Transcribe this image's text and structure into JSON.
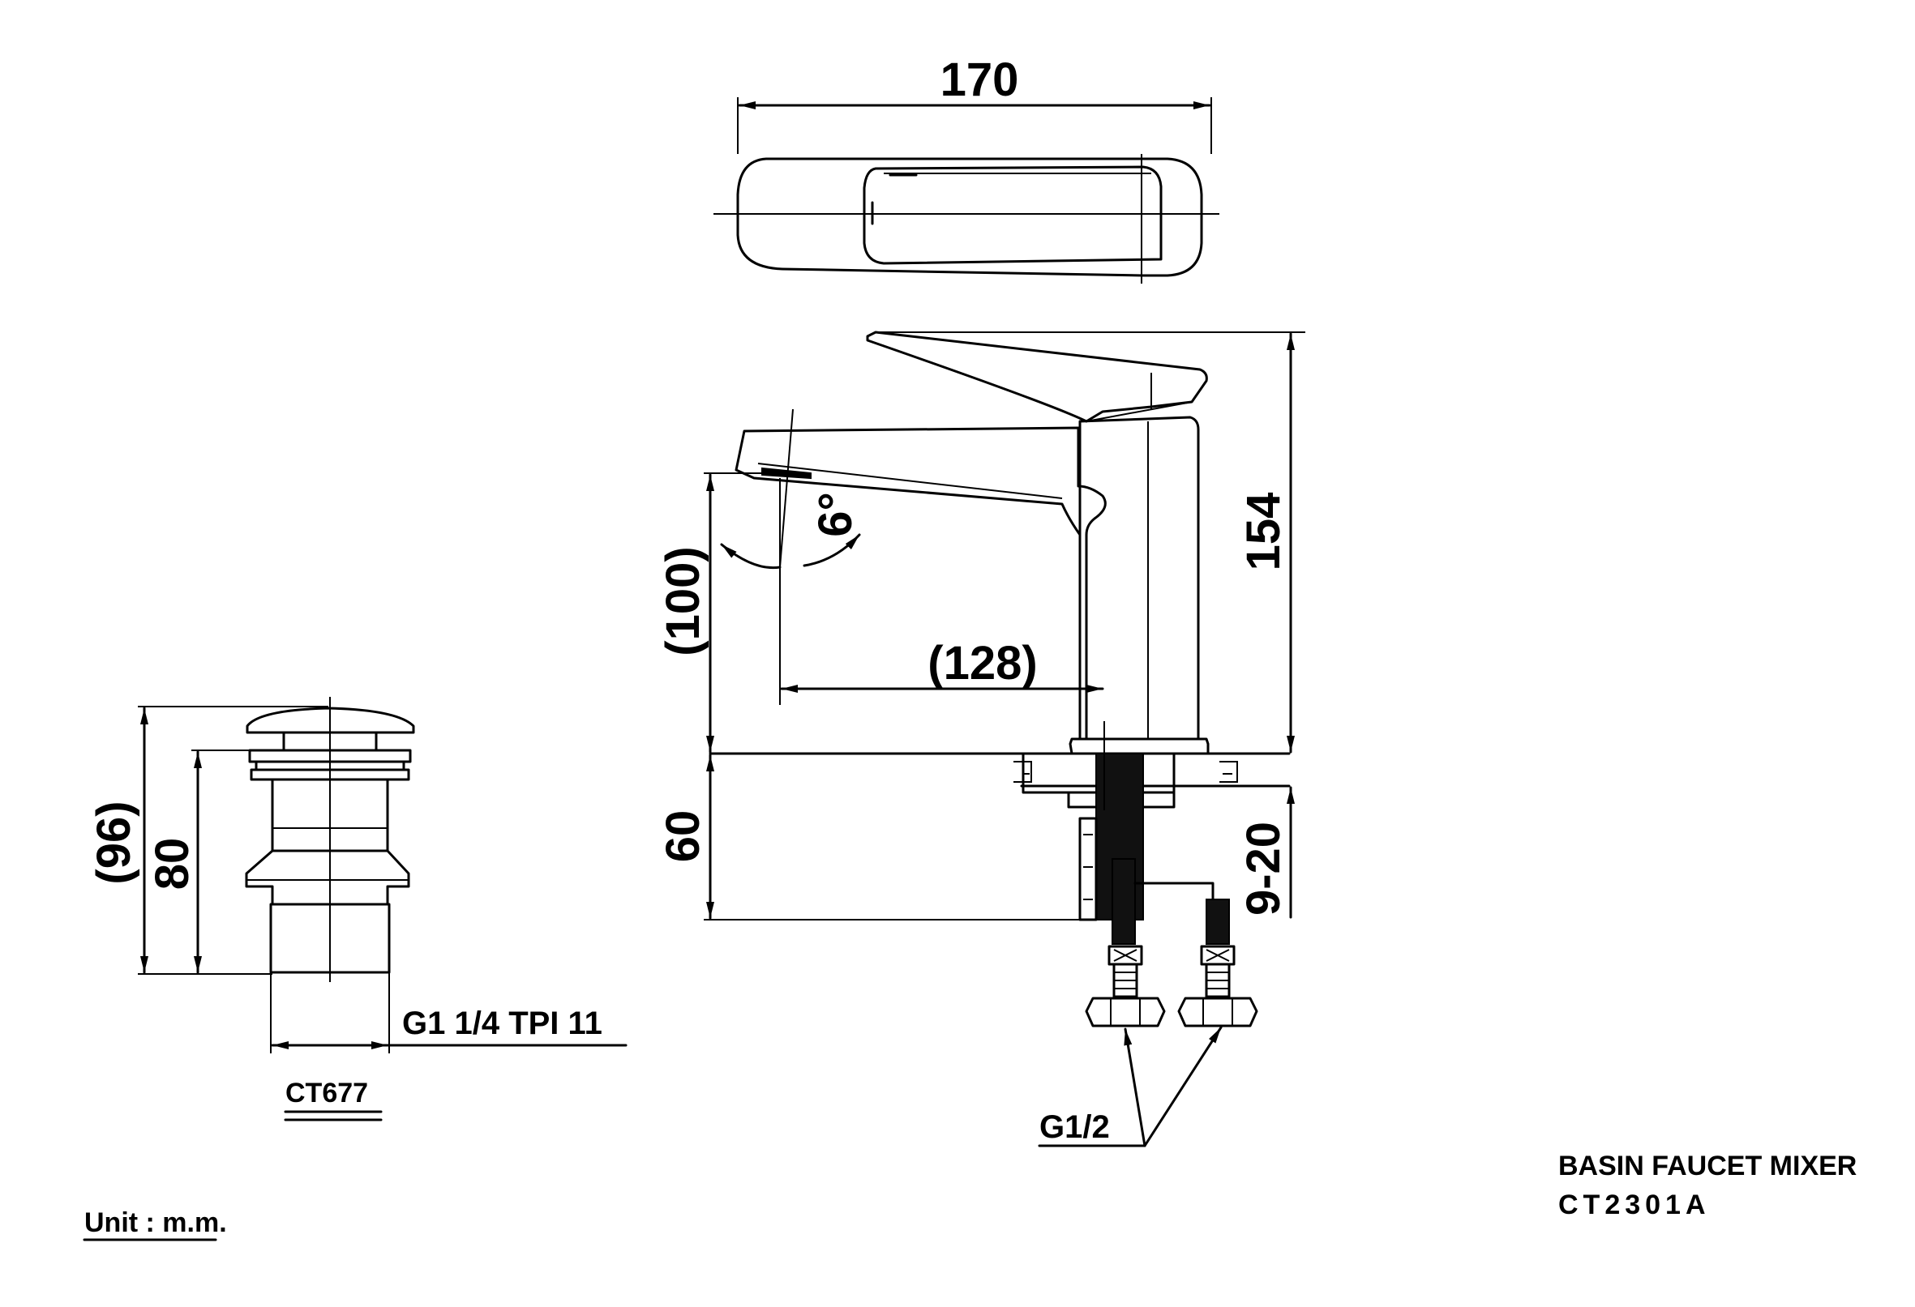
{
  "dimensions": {
    "overall_width": "170",
    "overall_height": "154",
    "spout_height": "(100)",
    "spout_reach": "(128)",
    "spout_angle": "6°",
    "shank_length": "60",
    "deck_thickness": "9-20",
    "inlet_thread": "G1/2",
    "waste_total_height": "(96)",
    "waste_body_height": "80",
    "waste_thread": "G1 1/4 TPI 11"
  },
  "waste_model": "CT677",
  "unit_note": "Unit : m.m.",
  "product": {
    "name": "BASIN FAUCET MIXER",
    "model": "CT2301A"
  }
}
